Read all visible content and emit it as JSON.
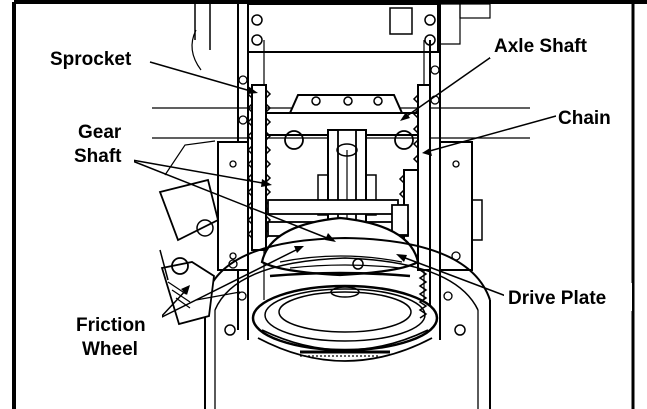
{
  "callouts": {
    "sprocket": "Sprocket",
    "axle_shaft": "Axle Shaft",
    "gear_shaft_line1": "Gear",
    "gear_shaft_line2": "Shaft",
    "chain": "Chain",
    "drive_plate": "Drive Plate",
    "friction_wheel_line1": "Friction",
    "friction_wheel_line2": "Wheel"
  },
  "colors": {
    "ink": "#000000",
    "paper": "#ffffff"
  }
}
